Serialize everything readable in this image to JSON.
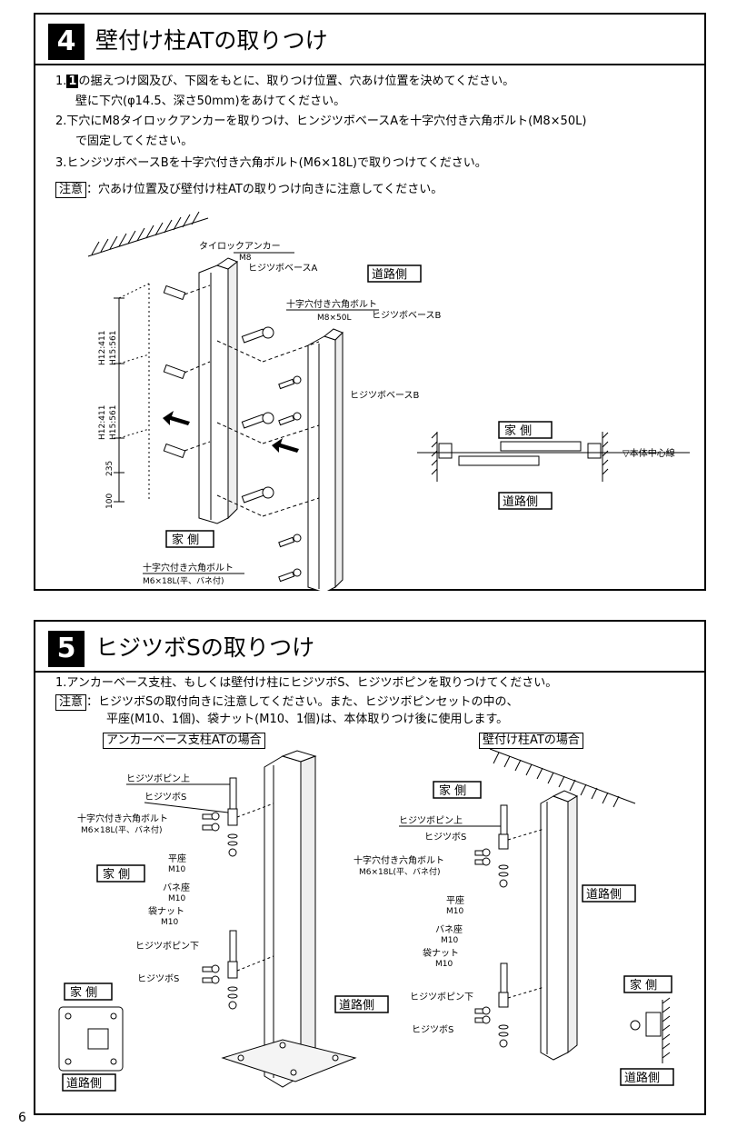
{
  "s4": {
    "num": "4",
    "title": "壁付け柱ATの取りつけ",
    "inst1a_pre": "1.",
    "inst1a_box": "1",
    "inst1a_post": "の据えつけ図及び、下図をもとに、取りつけ位置、穴あけ位置を決めてください。",
    "inst1b": "壁に下穴(φ14.5、深さ50mm)をあけてください。",
    "inst2a": "2.下穴にM8タイロックアンカーを取りつけ、ヒンジツボベースAを十字穴付き六角ボルト(M8×50L)",
    "inst2b": "で固定してください。",
    "inst3": "3.ヒンジツボベースBを十字穴付き六角ボルト(M6×18L)で取りつけてください。",
    "note_label": "注意",
    "note_text": "：穴あけ位置及び壁付け柱ATの取りつけ向きに注意してください。",
    "labels": {
      "anchor": "タイロックアンカー",
      "m8": "M8",
      "baseA": "ヒジツボベースA",
      "road": "道路側",
      "bolt_m8": "十字穴付き六角ボルト",
      "bolt_m8_spec": "M8×50L",
      "baseB1": "ヒジツボベースB",
      "baseB2": "ヒジツボベースB",
      "dim1": "H12:411",
      "dim1b": "H15:561",
      "dim2": "H12:411",
      "dim2b": "H15:561",
      "dim3": "235",
      "dim4": "100",
      "house": "家 側",
      "bolt_m6": "十字穴付き六角ボルト",
      "bolt_m6_spec": "M6×18L(平、バネ付)",
      "plan_house": "家 側",
      "plan_road": "道路側",
      "plan_center": "▽本体中心線"
    }
  },
  "s5": {
    "num": "5",
    "title": "ヒジツボSの取りつけ",
    "inst1": "1.アンカーベース支柱、もしくは壁付け柱にヒジツボS、ヒジツボピンを取りつけてください。",
    "note_label": "注意",
    "note_text1": "：ヒジツボSの取付向きに注意してください。また、ヒジツボピンセットの中の、",
    "note_text2": "平座(M10、1個)、袋ナット(M10、1個)は、本体取りつけ後に使用します。",
    "left_title": "アンカーベース支柱ATの場合",
    "right_title": "壁付け柱ATの場合",
    "left": {
      "pin_top": "ヒジツボピン上",
      "hs": "ヒジツボS",
      "bolt": "十字穴付き六角ボルト",
      "bolt_spec": "M6×18L(平、バネ付)",
      "house": "家 側",
      "washer": "平座",
      "washer_spec": "M10",
      "spring": "バネ座",
      "spring_spec": "M10",
      "nut": "袋ナット",
      "nut_spec": "M10",
      "pin_bottom": "ヒジツボピン下",
      "hs2": "ヒジツボS",
      "small_house": "家 側",
      "small_road": "道路側",
      "road": "道路側"
    },
    "right": {
      "house": "家 側",
      "pin_top": "ヒジツボピン上",
      "hs": "ヒジツボS",
      "bolt": "十字穴付き六角ボルト",
      "bolt_spec": "M6×18L(平、バネ付)",
      "washer": "平座",
      "washer_spec": "M10",
      "spring": "バネ座",
      "spring_spec": "M10",
      "nut": "袋ナット",
      "nut_spec": "M10",
      "road": "道路側",
      "pin_bottom": "ヒジツボピン下",
      "hs2": "ヒジツボS",
      "small_house": "家 側",
      "small_road": "道路側"
    }
  },
  "page_number": "6"
}
